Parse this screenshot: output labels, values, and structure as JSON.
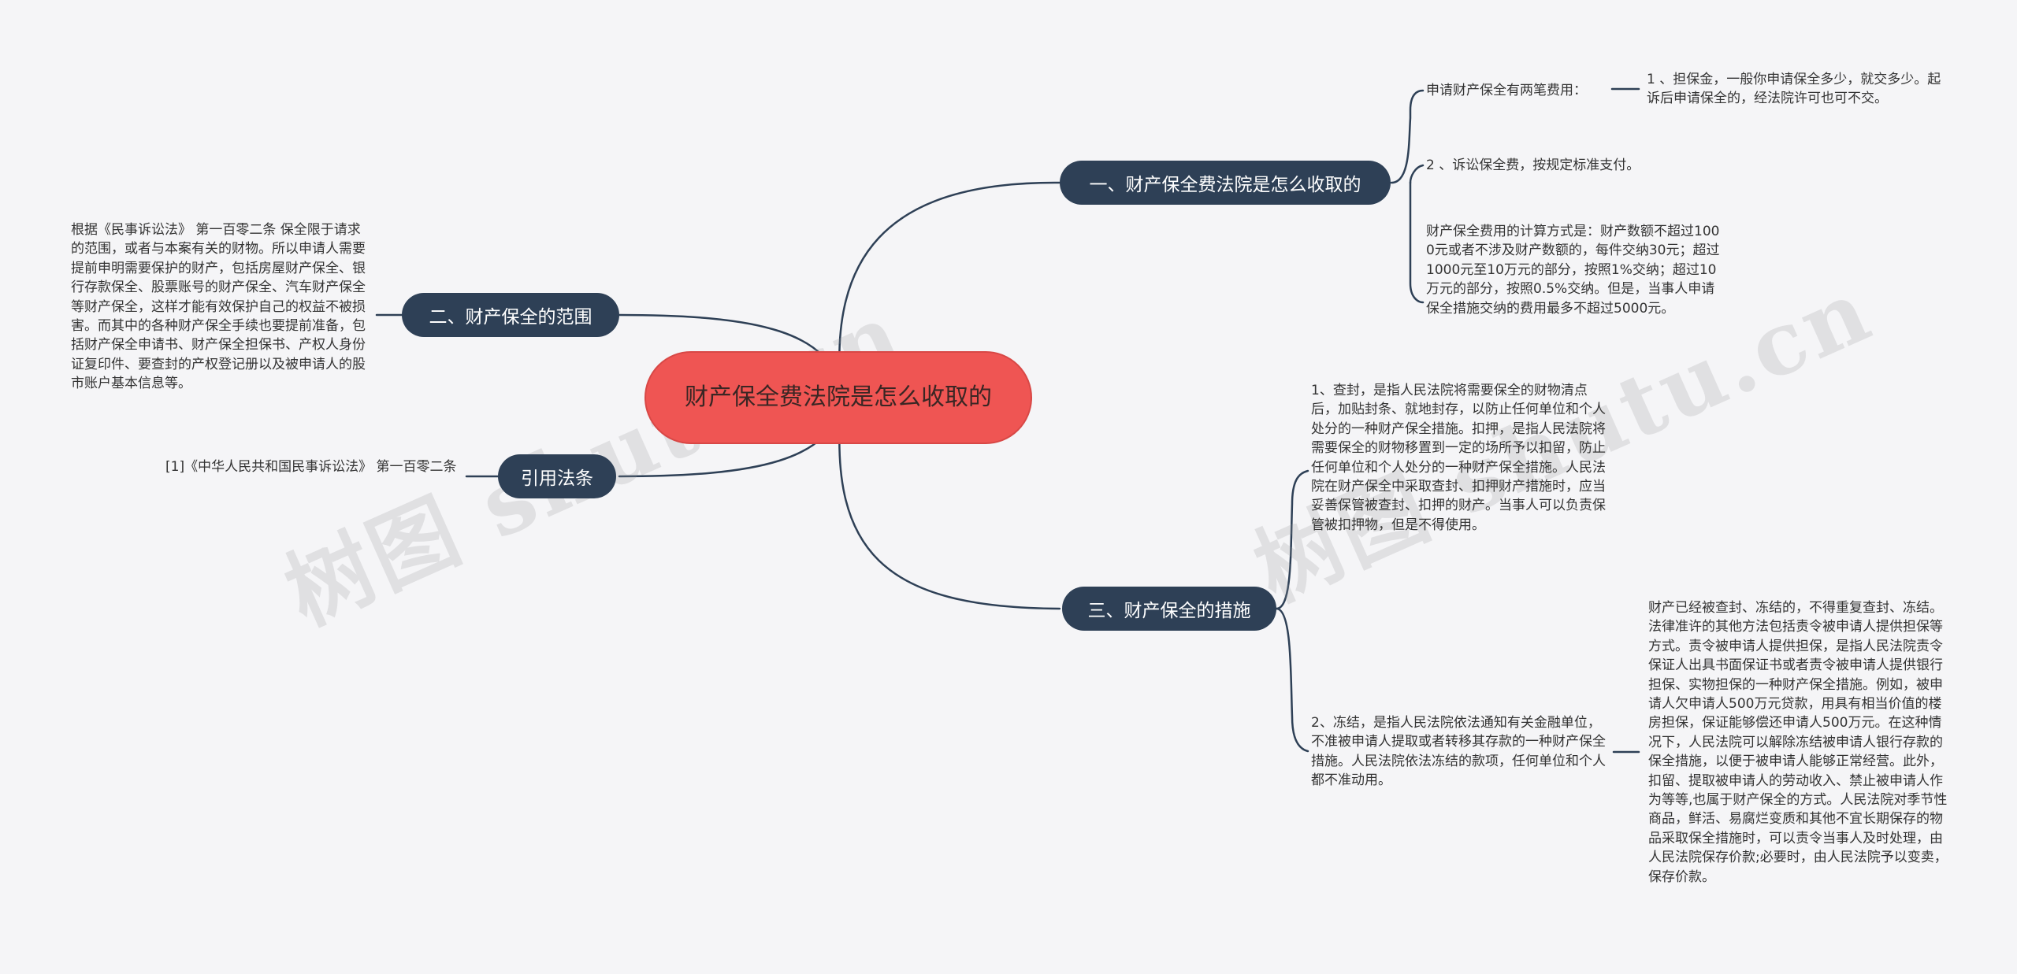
{
  "watermarks": [
    "树图 shutu.cn",
    "树图 shutu.cn"
  ],
  "root": {
    "label": "财产保全费法院是怎么收取的"
  },
  "branches": [
    {
      "label": "一、财产保全费法院是怎么收取的"
    },
    {
      "label": "二、财产保全的范围"
    },
    {
      "label": "引用法条"
    },
    {
      "label": "三、财产保全的措施"
    }
  ],
  "leaves": {
    "fees_intro": "申请财产保全有两笔费用：",
    "fee_1": "1 、担保金，一般你申请保全多少，就交多少。起诉后申请保全的，经法院许可也可不交。",
    "fee_2": "2 、诉讼保全费，按规定标准支付。",
    "fee_calc": "财产保全费用的计算方式是：财产数额不超过1000元或者不涉及财产数额的，每件交纳30元；超过1000元至10万元的部分，按照1%交纳；超过10万元的部分，按照0.5%交纳。但是，当事人申请保全措施交纳的费用最多不超过5000元。",
    "scope": "根据《民事诉讼法》 第一百零二条 保全限于请求的范围，或者与本案有关的财物。所以申请人需要提前申明需要保护的财产，包括房屋财产保全、银行存款保全、股票账号的财产保全、汽车财产保全等财产保全，这样才能有效保护自己的权益不被损害。而其中的各种财产保全手续也要提前准备，包括财产保全申请书、财产保全担保书、产权人身份证复印件、要查封的产权登记册以及被申请人的股市账户基本信息等。",
    "citation": "[1]《中华人民共和国民事诉讼法》 第一百零二条",
    "measure_1": "1、查封，是指人民法院将需要保全的财物清点后，加贴封条、就地封存，以防止任何单位和个人处分的一种财产保全措施。扣押，是指人民法院将需要保全的财物移置到一定的场所予以扣留，防止任何单位和个人处分的一种财产保全措施。人民法院在财产保全中采取查封、扣押财产措施时，应当妥善保管被查封、扣押的财产。当事人可以负责保管被扣押物，但是不得使用。",
    "measure_2": "2、冻结，是指人民法院依法通知有关金融单位，不准被申请人提取或者转移其存款的一种财产保全措施。人民法院依法冻结的款项，任何单位和个人都不准动用。",
    "measure_2_detail": "财产已经被查封、冻结的，不得重复查封、冻结。法律准许的其他方法包括责令被申请人提供担保等方式。责令被申请人提供担保，是指人民法院责令保证人出具书面保证书或者责令被申请人提供银行担保、实物担保的一种财产保全措施。例如，被申请人欠申请人500万元贷款，用具有相当价值的楼房担保，保证能够偿还申请人500万元。在这种情况下，人民法院可以解除冻结被申请人银行存款的保全措施，以便于被申请人能够正常经营。此外，扣留、提取被申请人的劳动收入、禁止被申请人作为等等,也属于财产保全的方式。人民法院对季节性商品，鲜活、易腐烂变质和其他不宜长期保存的物品采取保全措施时，可以责令当事人及时处理，由人民法院保存价款;必要时，由人民法院予以变卖，保存价款。"
  },
  "colors": {
    "background": "#f5f5f7",
    "root_fill": "#ef5553",
    "branch_fill": "#2e4056",
    "link": "#2e4056",
    "leaf_text": "#333333"
  }
}
